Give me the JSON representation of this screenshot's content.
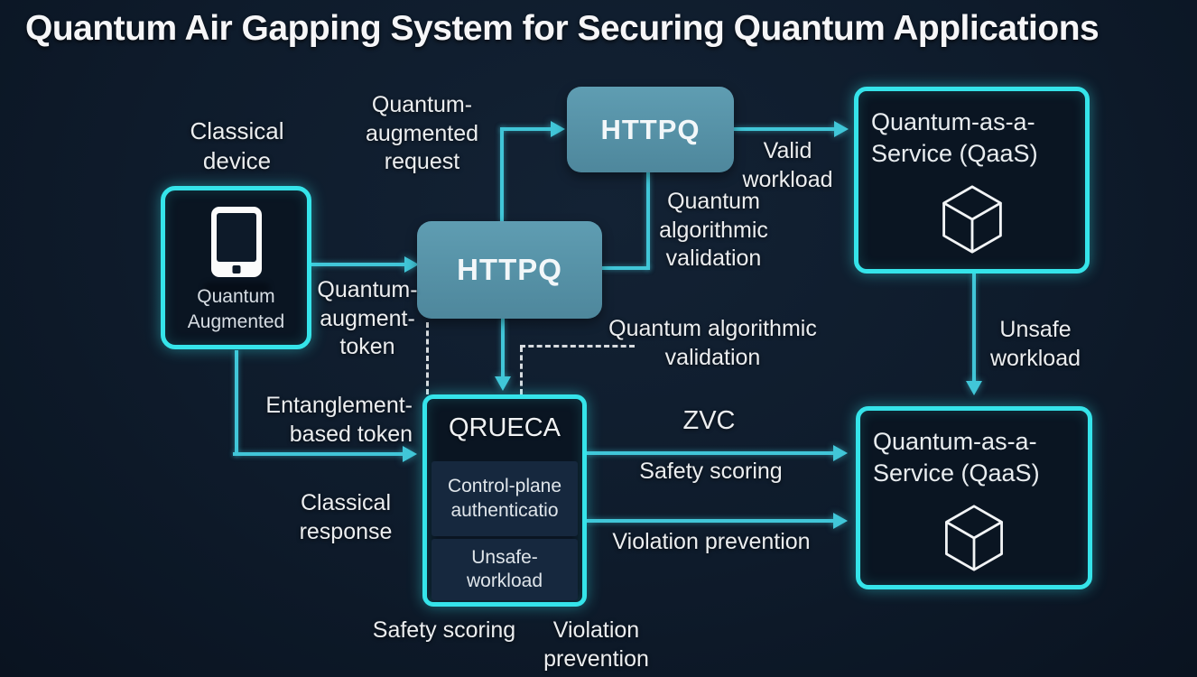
{
  "title": "Quantum Air Gapping System for Securing Quantum Applications",
  "nodes": {
    "classical_device": {
      "caption": "Classical\ndevice",
      "label": "Quantum\nAugmented",
      "icon": "smartphone-icon"
    },
    "httpq_gateway": {
      "label": "HTTPQ"
    },
    "httpq_core": {
      "label": "HTTPQ"
    },
    "qaas_primary": {
      "label": "Quantum-as-a-\nService (QaaS)",
      "icon": "cube-icon"
    },
    "qaas_sandbox": {
      "label": "Quantum-as-a-\nService (QaaS)",
      "icon": "cube-icon"
    },
    "qrueca": {
      "title": "QRUECA",
      "sections": {
        "control_plane": "Control-plane\nauthenticatio",
        "unsafe_workload": "Unsafe-\nworkload"
      }
    }
  },
  "edge_labels": {
    "quantum_augmented_request": "Quantum-\naugmented\nrequest",
    "valid_workload": "Valid\nworkload",
    "quantum_algorithmic_validation_upper": "Quantum\nalgorithmic\nvalidation",
    "quantum_augment_token": "Quantum-\naugment-\ntoken",
    "quantum_algorithmic_validation_lower": "Quantum algorithmic\nvalidation",
    "entanglement_based_token": "Entanglement-\nbased token",
    "classical_response": "Classical\nresponse",
    "zvc": "ZVC",
    "safety_scoring": "Safety scoring",
    "violation_prevention": "Violation prevention",
    "unsafe_workload": "Unsafe\nworkload",
    "safety_scoring_bottom": "Safety scoring",
    "violation_prevention_bottom": "Violation\nprevention"
  },
  "colors": {
    "background": "#0e1b2b",
    "neon_border": "#35e4ea",
    "arrow": "#41c6d8",
    "httpq_fill": "#5897ab",
    "node_fill": "#0a1522",
    "section_fill": "#16283e",
    "text": "#eceef0"
  }
}
